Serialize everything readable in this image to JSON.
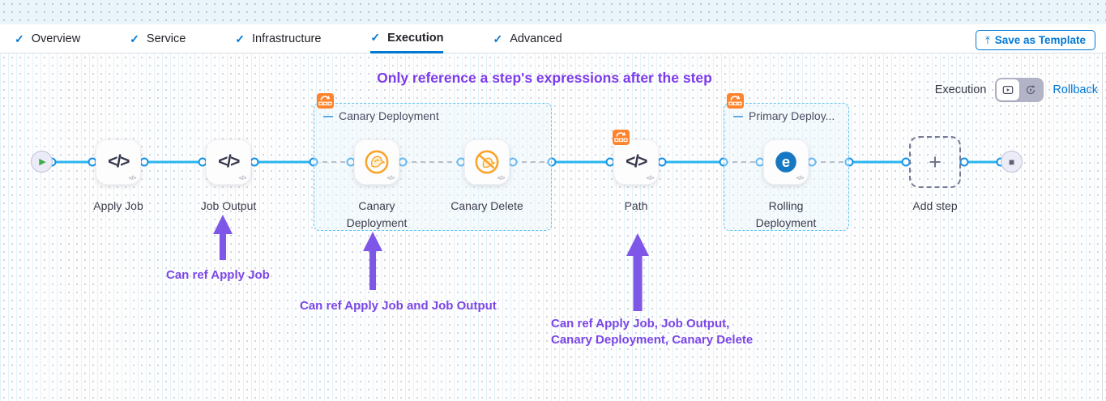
{
  "icons": {
    "tab_check": "✓",
    "save_template": "⤒",
    "code": "</>",
    "play": "▶",
    "stop": "■",
    "plus": "+",
    "collapse_minus": "—"
  },
  "header": {
    "tabs": [
      {
        "label": "Overview",
        "completed": true
      },
      {
        "label": "Service",
        "completed": true
      },
      {
        "label": "Infrastructure",
        "completed": true
      },
      {
        "label": "Execution",
        "completed": true,
        "active": true
      },
      {
        "label": "Advanced",
        "completed": true
      }
    ],
    "save_as_template": "Save as Template"
  },
  "toolbar": {
    "execution_label": "Execution",
    "rollback_label": "Rollback"
  },
  "annotations": {
    "title": "Only reference a step's expressions after the step",
    "note1": "Can ref Apply Job",
    "note2": "Can ref Apply Job and Job Output",
    "note3_line1": "Can ref Apply Job, Job Output,",
    "note3_line2": "Canary Deployment, Canary Delete"
  },
  "pipeline": {
    "steps": [
      {
        "name": "Apply Job",
        "icon": "code-icon"
      },
      {
        "name": "Job Output",
        "icon": "code-icon"
      },
      {
        "name": "Canary Deployment",
        "icon": "canary-icon"
      },
      {
        "name": "Canary Delete",
        "icon": "canary-delete-icon"
      },
      {
        "name": "Path",
        "icon": "code-icon"
      },
      {
        "name": "Rolling Deployment",
        "icon": "rolling-deployment-icon"
      }
    ],
    "groups": [
      {
        "name": "Canary Deployment"
      },
      {
        "name": "Primary Deploy..."
      }
    ],
    "add_step_label": "Add step"
  },
  "colors": {
    "accent_blue": "#0278d5",
    "connector_blue": "#2ab5f0",
    "dashed_grey": "#9a9ba6",
    "group_border_blue": "#5fc4f1",
    "annotation_purple": "#7b46e8",
    "badge_orange": "#ff832b",
    "canary_orange": "#f9a52a",
    "rolling_blue": "#1678c2"
  }
}
